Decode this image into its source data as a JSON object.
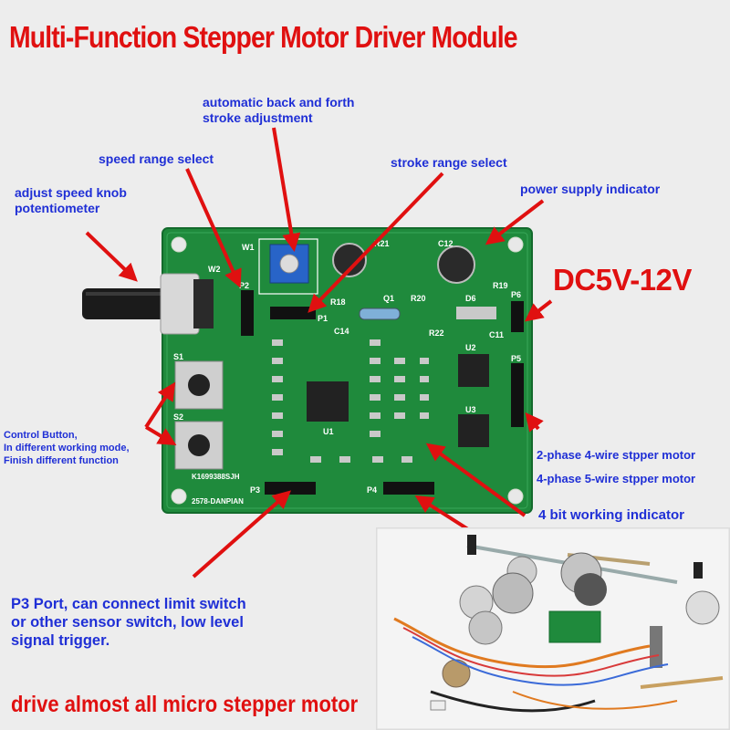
{
  "title": "Multi-Function Stepper Motor Driver Module",
  "voltage": "DC5V-12V",
  "footer": "drive almost all micro stepper motor",
  "labels": {
    "auto_stroke_1": "automatic back and forth",
    "auto_stroke_2": "stroke adjustment",
    "speed_range": "speed range select",
    "stroke_range": "stroke range select",
    "power_indicator": "power supply indicator",
    "speed_knob_1": "adjust speed knob",
    "speed_knob_2": "potentiometer",
    "control_1": "Control Button,",
    "control_2": "In different working mode,",
    "control_3": "Finish different function",
    "motor_2phase": "2-phase 4-wire stpper motor",
    "motor_4phase": "4-phase 5-wire stpper motor",
    "working_indicator": "4 bit working indicator",
    "p3_1": "P3 Port, can connect limit switch",
    "p3_2": "or other sensor switch, low level",
    "p3_3": "signal trigger."
  },
  "silkscreen": {
    "w1": "W1",
    "w2": "W2",
    "p1": "P1",
    "p2": "P2",
    "p3": "P3",
    "p4": "P4",
    "p5": "P5",
    "p6": "P6",
    "s1": "S1",
    "s2": "S2",
    "u1": "U1",
    "u2": "U2",
    "u3": "U3",
    "q1": "Q1",
    "d6": "D6",
    "r18": "R18",
    "r19": "R19",
    "r20": "R20",
    "r21": "R21",
    "r22": "R22",
    "c11": "C11",
    "c12": "C12",
    "c14": "C14",
    "code1": "K1699388SJH",
    "code2": "2578-DANPIAN"
  },
  "colors": {
    "title": "#e01010",
    "label": "#1f2fd6",
    "arrow": "#e01010",
    "pcb": "#1f8a3c"
  }
}
